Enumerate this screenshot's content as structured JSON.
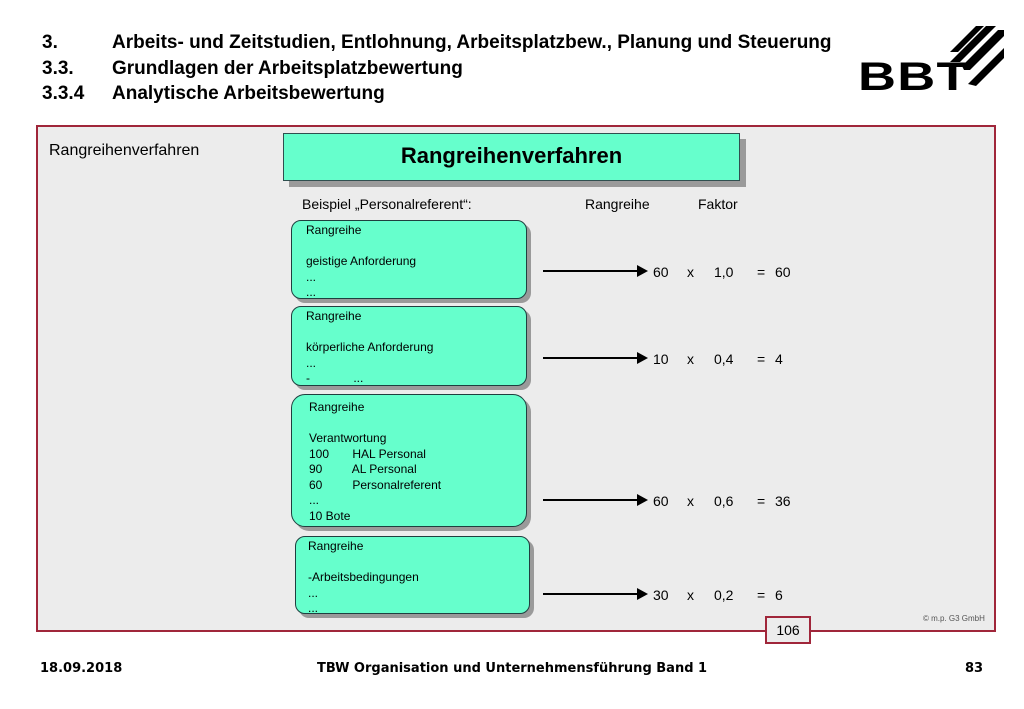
{
  "header": {
    "line1": {
      "num": "3.",
      "text": "Arbeits- und Zeitstudien, Entlohnung, Arbeitsplatzbew., Planung und Steuerung"
    },
    "line2": {
      "num": "3.3.",
      "text": "Grundlagen der Arbeitsplatzbewertung"
    },
    "line3": {
      "num": "3.3.4",
      "text": "Analytische Arbeitsbewertung"
    }
  },
  "logo": {
    "text": "BBT"
  },
  "panel": {
    "label": "Rangreihenverfahren"
  },
  "slide": {
    "title": "Rangreihenverfahren",
    "example_label": "Beispiel „Personalreferent“:",
    "col_rangreihe": "Rangreihe",
    "col_faktor": "Faktor"
  },
  "rows": [
    {
      "card_lines": [
        "Rangreihe",
        "",
        "geistige Anforderung",
        "...",
        "..."
      ],
      "rank": "60",
      "op": "x",
      "factor": "1,0",
      "eq": "=",
      "result": "60"
    },
    {
      "card_lines": [
        "Rangreihe",
        "",
        "körperliche Anforderung",
        "...",
        "-             ..."
      ],
      "rank": "10",
      "op": "x",
      "factor": "0,4",
      "eq": "=",
      "result": "4"
    },
    {
      "card_lines": [
        "Rangreihe",
        "",
        "Verantwortung",
        "100       HAL Personal",
        "90         AL Personal",
        "60         Personalreferent",
        "...",
        "10 Bote"
      ],
      "rank": "60",
      "op": "x",
      "factor": "0,6",
      "eq": "=",
      "result": "36"
    },
    {
      "card_lines": [
        "Rangreihe",
        "",
        "-Arbeitsbedingungen",
        "...",
        "..."
      ],
      "rank": "30",
      "op": "x",
      "factor": "0,2",
      "eq": "=",
      "result": "6"
    }
  ],
  "copyright": "© m.p. G3 GmbH",
  "slide_number": "106",
  "footer": {
    "date": "18.09.2018",
    "title": "TBW Organisation und Unternehmensführung Band 1",
    "page": "83"
  }
}
